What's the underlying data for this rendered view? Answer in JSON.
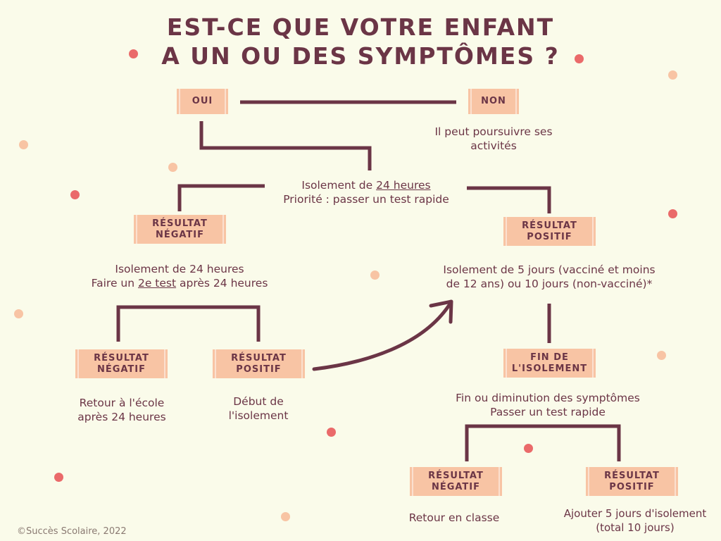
{
  "title": {
    "line1": "EST-CE QUE VOTRE ENFANT",
    "line2": "A UN OU DES SYMPTÔMES ?"
  },
  "top": {
    "oui": "OUI",
    "non": "NON",
    "non_text_1": "Il peut poursuivre ses",
    "non_text_2": "activités"
  },
  "isolation_initial": {
    "line1_before": "Isolement de ",
    "line1_underlined": "24 heures",
    "line2": "Priorité : passer un test rapide"
  },
  "branch_negative": {
    "box_line1": "RÉSULTAT",
    "box_line2": "NÉGATIF",
    "text_line1": "Isolement de 24 heures",
    "text_line2_before": "Faire un ",
    "text_line2_underlined": "2e test",
    "text_line2_after": " après 24 heures",
    "sub_negative": {
      "box_line1": "RÉSULTAT",
      "box_line2": "NÉGATIF",
      "text_line1": "Retour à l'école",
      "text_line2": "après 24 heures"
    },
    "sub_positive": {
      "box_line1": "RÉSULTAT",
      "box_line2": "POSITIF",
      "text_line1": "Début de",
      "text_line2": "l'isolement"
    }
  },
  "branch_positive": {
    "box_line1": "RÉSULTAT",
    "box_line2": "POSITIF",
    "text_line1": "Isolement de 5 jours (vacciné et moins",
    "text_line2": "de 12 ans) ou 10 jours (non-vacciné)*",
    "end_box_line1": "FIN DE",
    "end_box_line2": "L'ISOLEMENT",
    "end_text_line1": "Fin ou diminution des symptômes",
    "end_text_line2": "Passer un test rapide",
    "final_negative": {
      "box_line1": "RÉSULTAT",
      "box_line2": "NÉGATIF",
      "text": "Retour en classe"
    },
    "final_positive": {
      "box_line1": "RÉSULTAT",
      "box_line2": "POSITIF",
      "text_line1": "Ajouter 5 jours d'isolement",
      "text_line2": "(total 10 jours)"
    }
  },
  "credit": "©Succès Scolaire, 2022",
  "colors": {
    "background": "#fafbea",
    "text": "#6b3546",
    "box": "#f8c4a4",
    "dot_red": "#ea6a6a",
    "dot_peach": "#f8c4a4"
  }
}
